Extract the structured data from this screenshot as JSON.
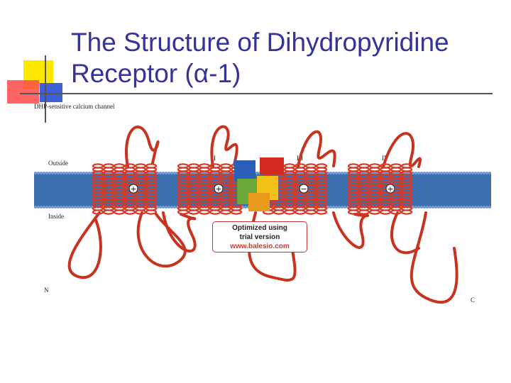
{
  "slide": {
    "title_line1": "The Structure of Dihydropyridine",
    "title_line2": "Receptor (α-1)"
  },
  "diagram": {
    "caption": "DHP-sensitive calcium channel",
    "side_outside": "Outside",
    "side_inside": "Inside",
    "domains": [
      "I",
      "II",
      "III",
      "IV"
    ],
    "terminal_n": "N",
    "terminal_c": "C",
    "charge_symbols": [
      "+",
      "+",
      "+",
      "−",
      "+"
    ]
  },
  "watermark": {
    "line1": "Optimized using",
    "line2": "trial version",
    "line3": "www.balesio.com"
  },
  "colors": {
    "title": "#333399",
    "membrane": "#3c6fae",
    "helix": "#d63a25",
    "loop": "#c8321f"
  }
}
